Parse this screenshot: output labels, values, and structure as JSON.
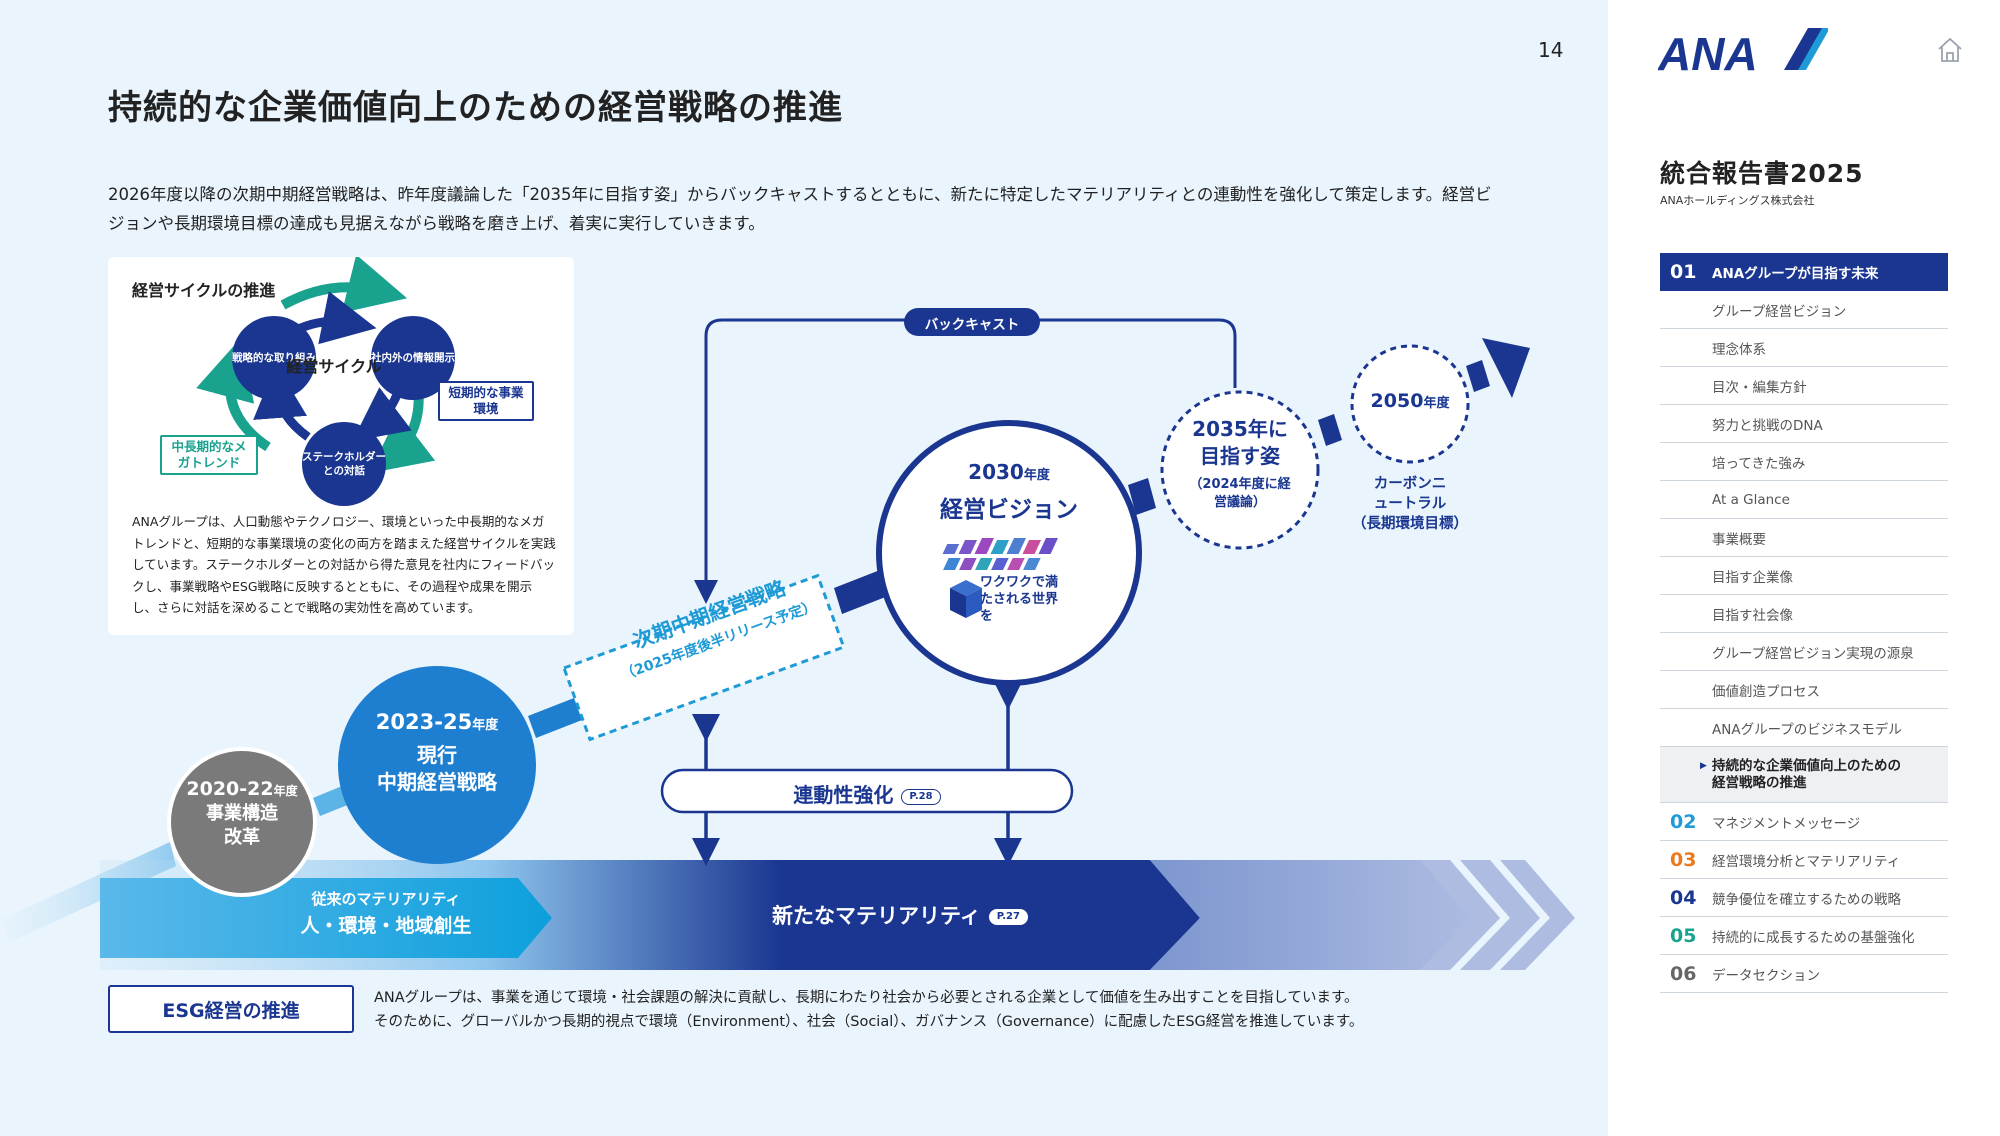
{
  "page": {
    "number": "14",
    "title": "持続的な企業価値向上のための経営戦略の推進",
    "intro_line1": "2026年度以降の次期中期経営戦略は、昨年度議論した「2035年に目指す姿」からバックキャストするとともに、新たに特定したマテリアリティとの連動性を強化して策定します。経営ビ",
    "intro_line2": "ジョンや長期環境目標の達成も見据えながら戦略を磨き上げ、着実に実行していきます。"
  },
  "cycle": {
    "title": "経営サイクルの推進",
    "center": "経営サイクル",
    "node_strategy": "戦略的な取り組み",
    "node_disclosure": "社内外の情報開示",
    "node_dialogue": "ステークホルダーとの対話",
    "label_short": "短期的な事業環境",
    "label_long": "中長期的なメガトレンド",
    "description": "ANAグループは、人口動態やテクノロジー、環境といった中長期的なメガトレンドと、短期的な事業環境の変化の両方を踏まえた経営サイクルを実践しています。ステークホルダーとの対話から得た意見を社内にフィードバックし、事業戦略やESG戦略に反映するとともに、その過程や成果を開示し、さらに対話を深めることで戦略の実効性を高めています。"
  },
  "diagram": {
    "backcast": "バックキャスト",
    "reform_year": "2020-22",
    "reform_suffix": "年度",
    "reform_text": "事業構造改革",
    "current_year": "2023-25",
    "current_suffix": "年度",
    "current_line1": "現行",
    "current_line2": "中期経営戦略",
    "next_title": "次期中期経営戦略",
    "next_sub": "（2025年度後半リリース予定）",
    "vision_year": "2030",
    "vision_suffix": "年度",
    "vision_title": "経営ビジョン",
    "vision_logo_text": "ワクワクで満たされる世界を",
    "target2035_title": "2035年に目指す姿",
    "target2035_sub": "（2024年度に経営議論）",
    "year2050": "2050",
    "year2050_suffix": "年度",
    "carbon": "カーボンニュートラル",
    "carbon_sub": "（長期環境目標）",
    "linkage": "連動性強化",
    "linkage_ref": "P.28",
    "old_materiality_title": "従来のマテリアリティ",
    "old_materiality_items": "人・環境・地域創生",
    "new_materiality": "新たなマテリアリティ",
    "new_materiality_ref": "P.27"
  },
  "esg": {
    "label": "ESG経営の推進",
    "line1": "ANAグループは、事業を通じて環境・社会課題の解決に貢献し、長期にわたり社会から必要とされる企業として価値を生み出すことを目指しています。",
    "line2": "そのために、グローバルかつ長期的視点で環境（Environment）、社会（Social）、ガバナンス（Governance）に配慮したESG経営を推進しています。"
  },
  "sidebar": {
    "logo": "ANA",
    "report_title": "統合報告書2025",
    "company": "ANAホールディングス株式会社",
    "sections": [
      {
        "num": "01",
        "label": "ANAグループが目指す未来"
      },
      {
        "num": "02",
        "label": "マネジメントメッセージ"
      },
      {
        "num": "03",
        "label": "経営環境分析とマテリアリティ"
      },
      {
        "num": "04",
        "label": "競争優位を確立するための戦略"
      },
      {
        "num": "05",
        "label": "持続的に成長するための基盤強化"
      },
      {
        "num": "06",
        "label": "データセクション"
      }
    ],
    "subitems": [
      "グループ経営ビジョン",
      "理念体系",
      "目次・編集方針",
      "努力と挑戦のDNA",
      "培ってきた強み",
      "At a Glance",
      "事業概要",
      "目指す企業像",
      "目指す社会像",
      "グループ経営ビジョン実現の源泉",
      "価値創造プロセス",
      "ANAグループのビジネスモデル"
    ],
    "active_line1": "持続的な企業価値向上のための",
    "active_line2": "経営戦略の推進"
  },
  "colors": {
    "navy": "#1a3690",
    "blue": "#1e7fd0",
    "cyan": "#0da0dc",
    "teal": "#19a38f",
    "gray": "#7a7a7a",
    "sec02": "#1e9ad6",
    "sec03": "#e97a1e",
    "sec04": "#1a3690",
    "sec05": "#19a38f",
    "sec06": "#666666"
  }
}
